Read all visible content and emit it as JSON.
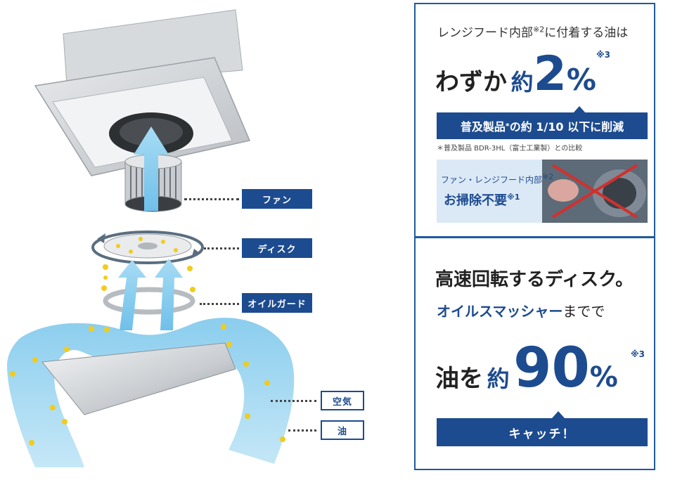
{
  "labels": {
    "fan": "ファン",
    "disk": "ディスク",
    "oil_guard": "オイルガード",
    "air": "空気",
    "oil": "油"
  },
  "top_panel": {
    "headline_pre": "レンジフード内部",
    "headline_mark": "※2",
    "headline_post": "に付着する油は",
    "big_prefix": "わずか",
    "big_approx": "約",
    "big_value": "2",
    "big_unit": "%",
    "big_mark": "※3",
    "banner_pre": "普及製品",
    "banner_mark": "*",
    "banner_post": "の約 1/10 以下に削減",
    "note": "＊普及製品 BDR-3HL（富士工業製）との比較",
    "sub_line1": "ファン・レンジフード内部",
    "sub_line1_mark": "※2",
    "sub_line2": "お掃除不要",
    "sub_line2_mark": "※1"
  },
  "bottom_panel": {
    "line1": "高速回転するディスク。",
    "line2_blue": "オイルスマッシャー",
    "line2_rest": "までで",
    "big_prefix": "油を",
    "big_approx": "約",
    "big_value": "90",
    "big_unit": "%",
    "big_mark": "※3",
    "banner": "キャッチ！"
  },
  "colors": {
    "brand_blue": "#1d4b8f",
    "panel_border": "#1f5a9e",
    "airflow": "#8fd0ef",
    "oil_dot": "#f1cc1d"
  }
}
